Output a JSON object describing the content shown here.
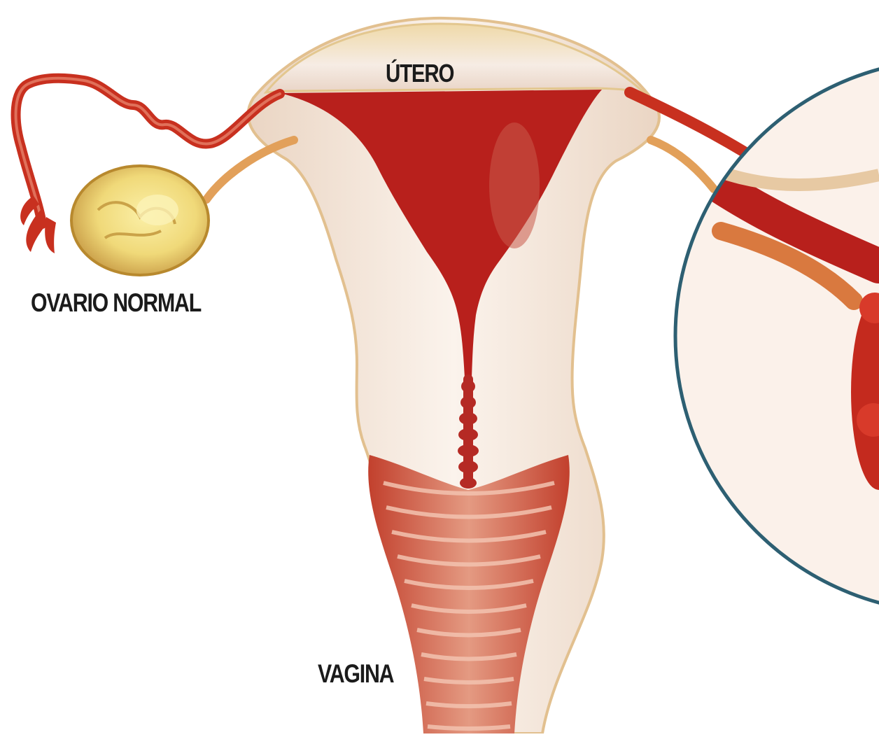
{
  "labels": {
    "uterus": "ÚTERO",
    "normal_ovary": "OVARIO NORMAL",
    "vagina": "VAGINA"
  },
  "colors": {
    "background": "#ffffff",
    "tissue_red": "#b8201c",
    "cavity_red": "#b52a24",
    "wall_cream": "#f4e6dc",
    "wall_outline": "#e7c9a3",
    "ovary_yellow": "#f1dc7a",
    "zoom_circle": "#2d5f72",
    "label_text": "#1b1b1b"
  },
  "icons": [
    "uterus-illustration",
    "ovary-illustration",
    "zoom-circle"
  ]
}
